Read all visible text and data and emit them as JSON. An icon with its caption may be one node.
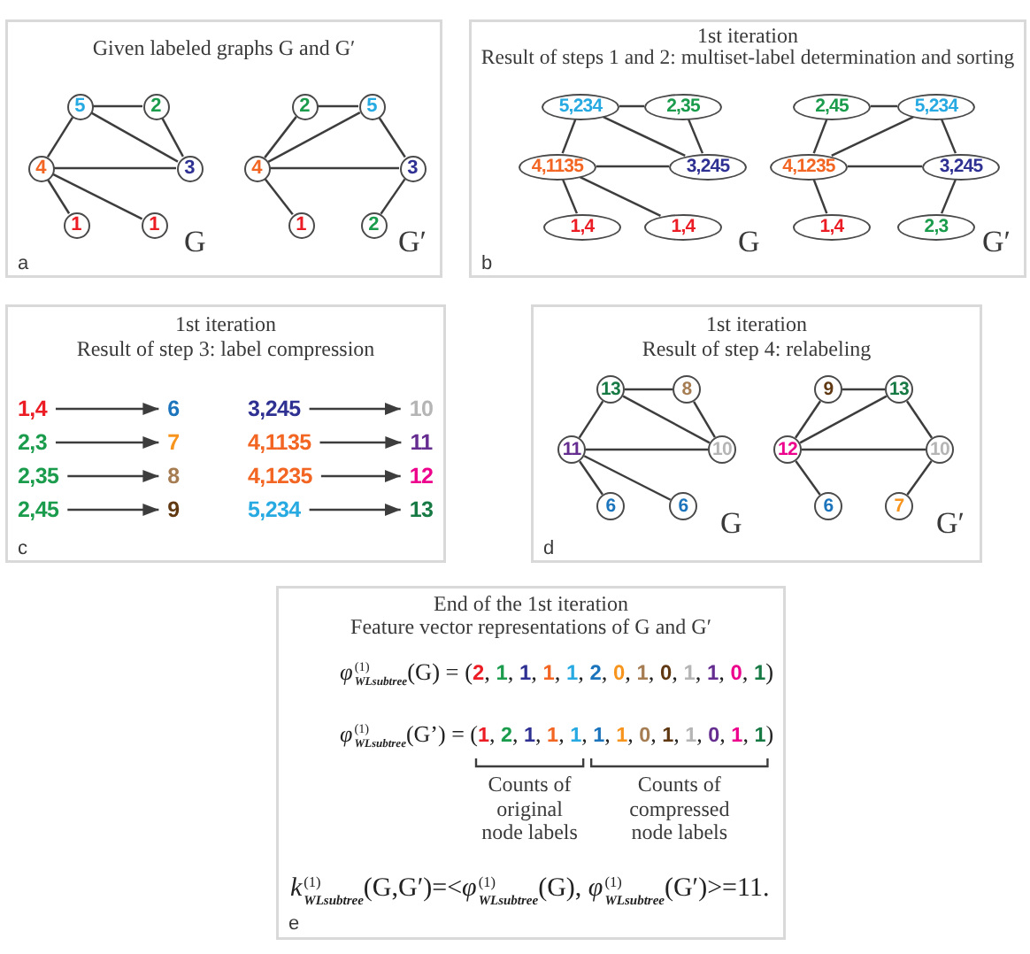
{
  "diagram": {
    "nodes": [
      {
        "text": [
          "Given labeled graphs G and G′",
          "G",
          "G′",
          "a"
        ]
      },
      {
        "text": [
          "5"
        ],
        "in": 0
      },
      {
        "text": [
          "2"
        ],
        "in": 0
      },
      {
        "text": [
          "4"
        ],
        "in": 0
      },
      {
        "text": [
          "3"
        ],
        "in": 0
      },
      {
        "text": [
          "1"
        ],
        "in": 0
      },
      {
        "text": [
          "1"
        ],
        "in": 0
      },
      {
        "text": [
          "2"
        ],
        "in": 0
      },
      {
        "text": [
          "5"
        ],
        "in": 0
      },
      {
        "text": [
          "4"
        ],
        "in": 0
      },
      {
        "text": [
          "3"
        ],
        "in": 0
      },
      {
        "text": [
          "1"
        ],
        "in": 0
      },
      {
        "text": [
          "2"
        ],
        "in": 0
      },
      {
        "text": [
          "1st iteration",
          "Result of steps 1 and 2: multiset-label determination and sorting",
          "G",
          "G′",
          "b"
        ]
      },
      {
        "text": [
          "5,234"
        ],
        "in": 13
      },
      {
        "text": [
          "2,35"
        ],
        "in": 13
      },
      {
        "text": [
          "4,1135"
        ],
        "in": 13
      },
      {
        "text": [
          "3,245"
        ],
        "in": 13
      },
      {
        "text": [
          "1,4"
        ],
        "in": 13
      },
      {
        "text": [
          "1,4"
        ],
        "in": 13
      },
      {
        "text": [
          "2,45"
        ],
        "in": 13
      },
      {
        "text": [
          "5,234"
        ],
        "in": 13
      },
      {
        "text": [
          "4,1235"
        ],
        "in": 13
      },
      {
        "text": [
          "3,245"
        ],
        "in": 13
      },
      {
        "text": [
          "1,4"
        ],
        "in": 13
      },
      {
        "text": [
          "2,3"
        ],
        "in": 13
      },
      {
        "text": [
          "1st iteration",
          "Result of step 3: label compression",
          "c"
        ]
      },
      {
        "text": [
          "1,4"
        ],
        "in": 26
      },
      {
        "text": [
          "6"
        ],
        "in": 26
      },
      {
        "text": [
          "3,245"
        ],
        "in": 26
      },
      {
        "text": [
          "10"
        ],
        "in": 26
      },
      {
        "text": [
          "2,3"
        ],
        "in": 26
      },
      {
        "text": [
          "7"
        ],
        "in": 26
      },
      {
        "text": [
          "4,1135"
        ],
        "in": 26
      },
      {
        "text": [
          "11"
        ],
        "in": 26
      },
      {
        "text": [
          "2,35"
        ],
        "in": 26
      },
      {
        "text": [
          "8"
        ],
        "in": 26
      },
      {
        "text": [
          "4,1235"
        ],
        "in": 26
      },
      {
        "text": [
          "12"
        ],
        "in": 26
      },
      {
        "text": [
          "2,45"
        ],
        "in": 26
      },
      {
        "text": [
          "9"
        ],
        "in": 26
      },
      {
        "text": [
          "5,234"
        ],
        "in": 26
      },
      {
        "text": [
          "13"
        ],
        "in": 26
      },
      {
        "text": [
          "1st iteration",
          "Result of step 4: relabeling",
          "G",
          "G′",
          "d"
        ]
      },
      {
        "text": [
          "13"
        ],
        "in": 43
      },
      {
        "text": [
          "8"
        ],
        "in": 43
      },
      {
        "text": [
          "11"
        ],
        "in": 43
      },
      {
        "text": [
          "10"
        ],
        "in": 43
      },
      {
        "text": [
          "6"
        ],
        "in": 43
      },
      {
        "text": [
          "6"
        ],
        "in": 43
      },
      {
        "text": [
          "9"
        ],
        "in": 43
      },
      {
        "text": [
          "13"
        ],
        "in": 43
      },
      {
        "text": [
          "12"
        ],
        "in": 43
      },
      {
        "text": [
          "10"
        ],
        "in": 43
      },
      {
        "text": [
          "6"
        ],
        "in": 43
      },
      {
        "text": [
          "7"
        ],
        "in": 43
      },
      {
        "text": [
          "End of the 1st iteration",
          "Feature vector representations of G and G′",
          "*φ*$^{(1)}$$_{WLsubtree}$(G) = (2, 1, 1, 1, 1, 2, 0, 1, 0, 1, 1, 0, 1)",
          "*φ*$^{(1)}$$_{WLsubtree}$(G’) = (1, 2, 1, 1, 1, 1, 1, 0, 1, 1, 0, 1, 1)",
          "Counts of original node labels",
          "Counts of compressed node labels",
          "*k*$^{(1)}$$_{WLsubtree}$(G,G′)=<*φ*$^{(1)}$$_{WLsubtree}$(G), *φ*$^{(1)}$$_{WLsubtree}$(G′)>=11.",
          "e"
        ]
      }
    ],
    "edges": [
      {
        "from": 1,
        "to": 2,
        "arrow": "none"
      },
      {
        "from": 1,
        "to": 3,
        "arrow": "none"
      },
      {
        "from": 1,
        "to": 4,
        "arrow": "none"
      },
      {
        "from": 2,
        "to": 4,
        "arrow": "none"
      },
      {
        "from": 3,
        "to": 4,
        "arrow": "none"
      },
      {
        "from": 3,
        "to": 5,
        "arrow": "none"
      },
      {
        "from": 3,
        "to": 6,
        "arrow": "none"
      },
      {
        "from": 7,
        "to": 8,
        "arrow": "none"
      },
      {
        "from": 7,
        "to": 9,
        "arrow": "none"
      },
      {
        "from": 8,
        "to": 9,
        "arrow": "none"
      },
      {
        "from": 8,
        "to": 10,
        "arrow": "none"
      },
      {
        "from": 9,
        "to": 10,
        "arrow": "none"
      },
      {
        "from": 9,
        "to": 11,
        "arrow": "none"
      },
      {
        "from": 10,
        "to": 12,
        "arrow": "none"
      },
      {
        "from": 14,
        "to": 15,
        "arrow": "none"
      },
      {
        "from": 14,
        "to": 16,
        "arrow": "none"
      },
      {
        "from": 14,
        "to": 17,
        "arrow": "none"
      },
      {
        "from": 15,
        "to": 17,
        "arrow": "none"
      },
      {
        "from": 16,
        "to": 17,
        "arrow": "none"
      },
      {
        "from": 16,
        "to": 18,
        "arrow": "none"
      },
      {
        "from": 16,
        "to": 19,
        "arrow": "none"
      },
      {
        "from": 20,
        "to": 21,
        "arrow": "none"
      },
      {
        "from": 20,
        "to": 22,
        "arrow": "none"
      },
      {
        "from": 21,
        "to": 22,
        "arrow": "none"
      },
      {
        "from": 21,
        "to": 23,
        "arrow": "none"
      },
      {
        "from": 22,
        "to": 23,
        "arrow": "none"
      },
      {
        "from": 22,
        "to": 24,
        "arrow": "none"
      },
      {
        "from": 23,
        "to": 25,
        "arrow": "none"
      },
      {
        "from": 27,
        "to": 28,
        "arrow": "to"
      },
      {
        "from": 29,
        "to": 30,
        "arrow": "to"
      },
      {
        "from": 31,
        "to": 32,
        "arrow": "to"
      },
      {
        "from": 33,
        "to": 34,
        "arrow": "to"
      },
      {
        "from": 35,
        "to": 36,
        "arrow": "to"
      },
      {
        "from": 37,
        "to": 38,
        "arrow": "to"
      },
      {
        "from": 39,
        "to": 40,
        "arrow": "to"
      },
      {
        "from": 41,
        "to": 42,
        "arrow": "to"
      },
      {
        "from": 44,
        "to": 45,
        "arrow": "none"
      },
      {
        "from": 44,
        "to": 46,
        "arrow": "none"
      },
      {
        "from": 44,
        "to": 47,
        "arrow": "none"
      },
      {
        "from": 45,
        "to": 47,
        "arrow": "none"
      },
      {
        "from": 46,
        "to": 47,
        "arrow": "none"
      },
      {
        "from": 46,
        "to": 48,
        "arrow": "none"
      },
      {
        "from": 46,
        "to": 49,
        "arrow": "none"
      },
      {
        "from": 50,
        "to": 51,
        "arrow": "none"
      },
      {
        "from": 50,
        "to": 52,
        "arrow": "none"
      },
      {
        "from": 51,
        "to": 52,
        "arrow": "none"
      },
      {
        "from": 51,
        "to": 53,
        "arrow": "none"
      },
      {
        "from": 52,
        "to": 53,
        "arrow": "none"
      },
      {
        "from": 52,
        "to": 54,
        "arrow": "none"
      },
      {
        "from": 53,
        "to": 55,
        "arrow": "none"
      }
    ]
  }
}
